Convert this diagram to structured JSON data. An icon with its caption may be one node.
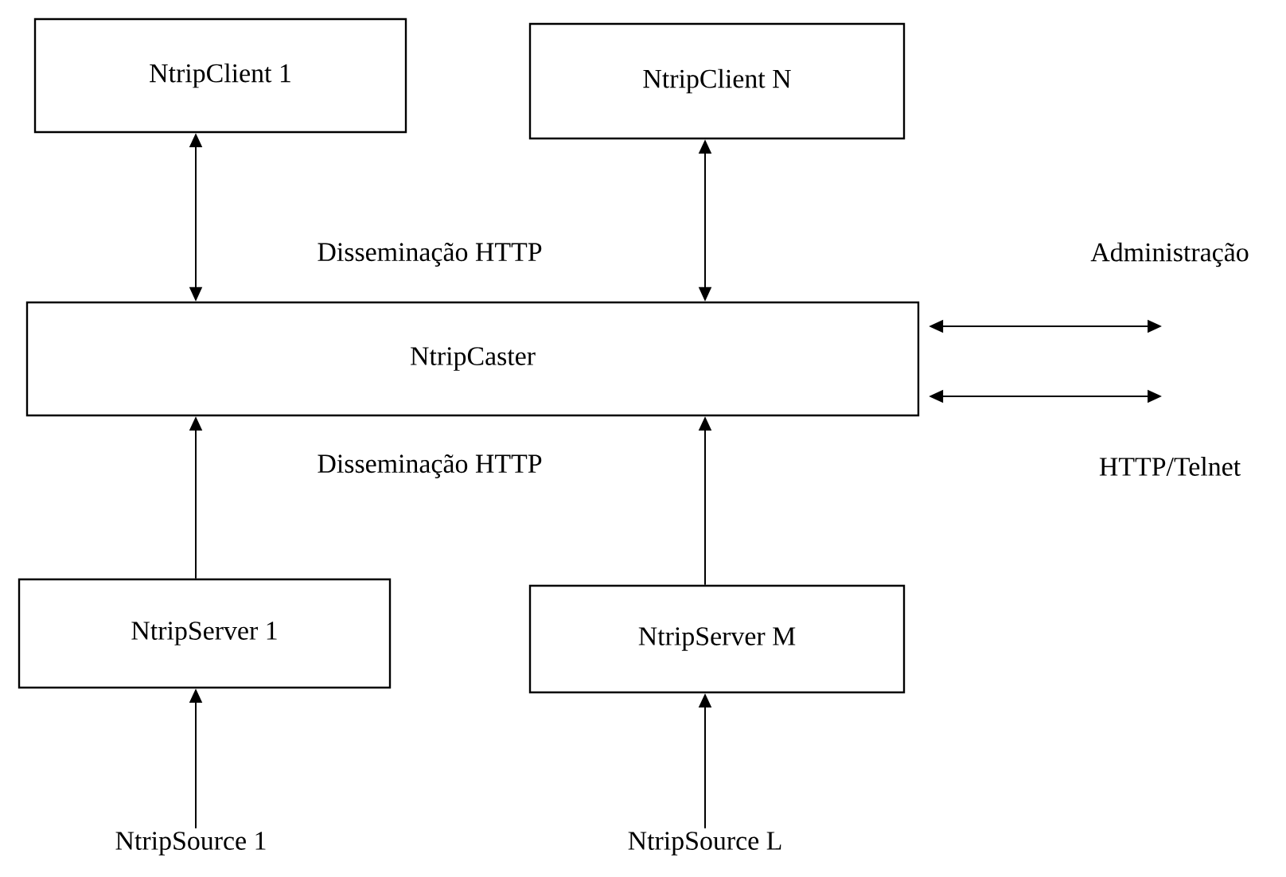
{
  "diagram": {
    "nodes": [
      {
        "text": [
          "NtripClient 1"
        ]
      },
      {
        "text": [
          "NtripClient N"
        ]
      },
      {
        "text": [
          "NtripCaster"
        ]
      },
      {
        "text": [
          "NtripServer 1"
        ]
      },
      {
        "text": [
          "NtripServer M"
        ]
      },
      {
        "text": [
          "NtripSource 1"
        ]
      },
      {
        "text": [
          "NtripSource L"
        ]
      }
    ],
    "edges": [
      {
        "from": 0,
        "to": 2,
        "arrow": "both"
      },
      {
        "from": 1,
        "to": 2,
        "arrow": "both"
      },
      {
        "from": 3,
        "to": 2,
        "arrow": "to"
      },
      {
        "from": 4,
        "to": 2,
        "arrow": "to"
      },
      {
        "from": 5,
        "to": 3,
        "arrow": "to"
      },
      {
        "from": 6,
        "to": 4,
        "arrow": "to"
      },
      {
        "from": 2,
        "to": null,
        "arrow": "both"
      },
      {
        "from": 2,
        "to": null,
        "arrow": "both"
      }
    ],
    "labels": [
      "Disseminação HTTP",
      "Administração",
      "Disseminação HTTP",
      "HTTP/Telnet"
    ]
  }
}
